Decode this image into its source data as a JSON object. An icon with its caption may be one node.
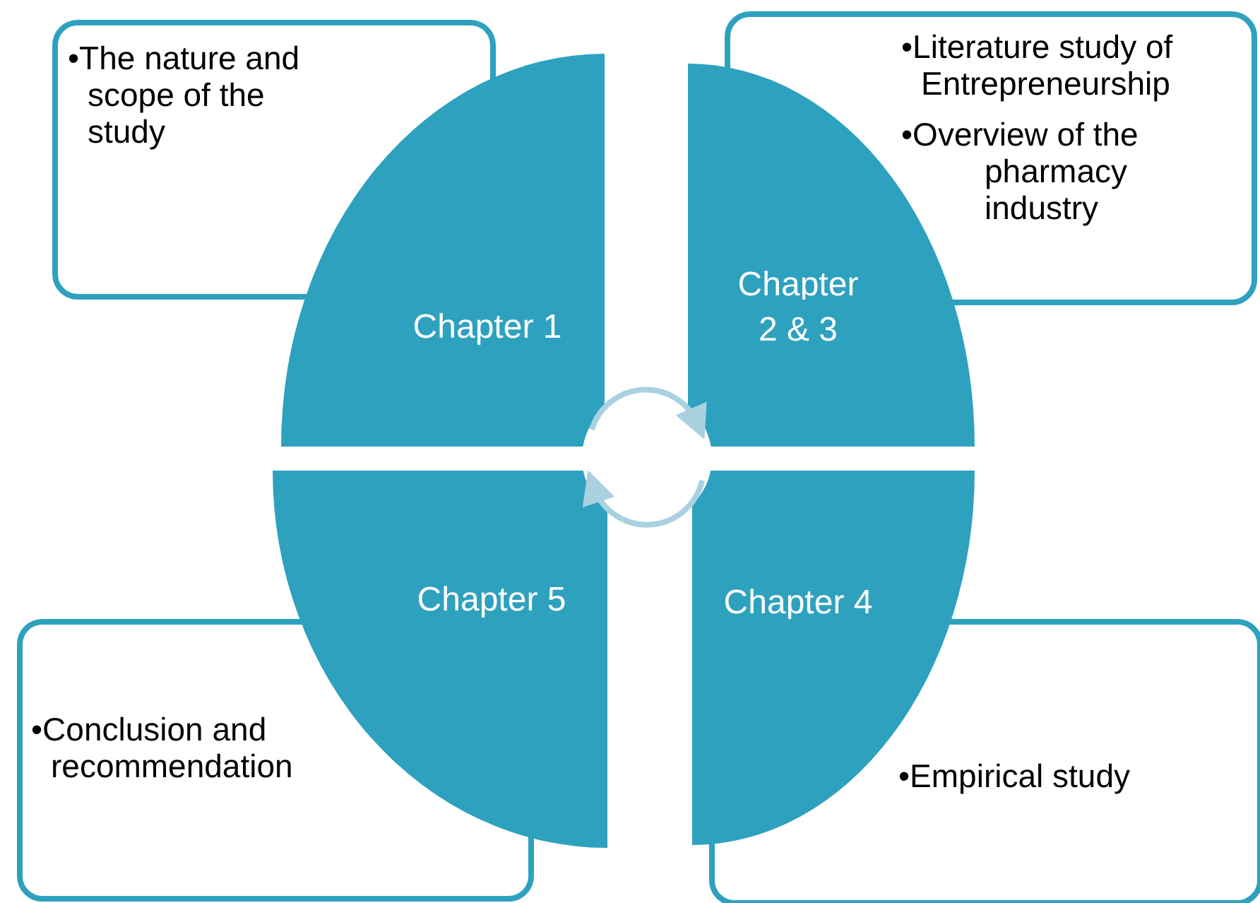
{
  "diagram": {
    "nodes": [
      {
        "text": [
          "•The nature and scope of the study"
        ]
      },
      {
        "text": [
          "•Literature study of Entrepreneurship",
          "•Overview of the pharmacy industry"
        ]
      },
      {
        "text": [
          "Chapter 1"
        ]
      },
      {
        "text": [
          "Chapter 2 & 3"
        ]
      },
      {
        "text": [
          "Chapter 5"
        ]
      },
      {
        "text": [
          "Chapter 4"
        ]
      },
      {
        "text": [
          "•Conclusion and recommendation"
        ]
      },
      {
        "text": [
          "•Empirical study"
        ]
      }
    ],
    "edges": [
      {
        "from": 2,
        "to": 3,
        "arrow": "to"
      },
      {
        "from": 5,
        "to": 4,
        "arrow": "to"
      }
    ]
  }
}
